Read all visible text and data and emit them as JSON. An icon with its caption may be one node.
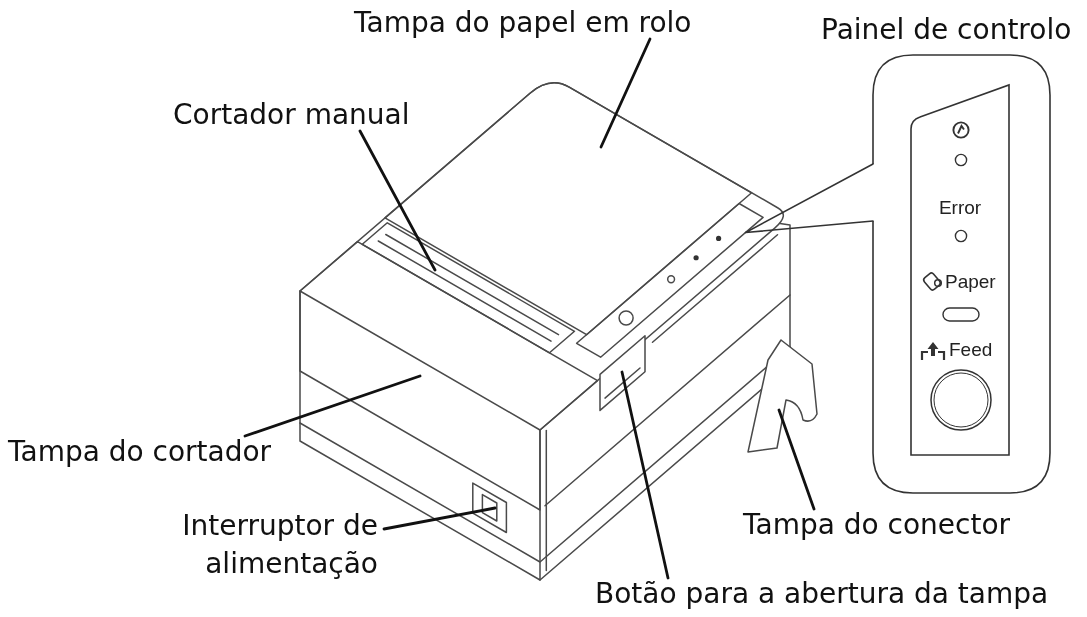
{
  "diagram": {
    "nodes": [
      {
        "text": [
          "Tampa do papel em rolo"
        ]
      },
      {
        "text": [],
        "shape": "box"
      },
      {
        "text": [
          "Error",
          "Paper",
          "Feed"
        ],
        "in": 1
      },
      {
        "text": [
          "Cortador manual"
        ]
      },
      {
        "text": [
          "Tampa do cortador"
        ]
      },
      {
        "text": [
          "Interruptor de alimentação"
        ]
      },
      {
        "text": [
          "Tampa do conector"
        ]
      },
      {
        "text": [
          "Botão para a abertura da tampa"
        ]
      },
      {
        "text": [],
        "shape": "picture"
      },
      {
        "text": [],
        "shape": "picture"
      },
      {
        "text": [],
        "shape": "picture"
      },
      {
        "text": [],
        "shape": "picture"
      },
      {
        "text": [],
        "shape": "picture"
      },
      {
        "text": [],
        "shape": "picture"
      },
      {
        "text": [],
        "shape": "picture"
      }
    ],
    "edges": [
      {
        "from": 0,
        "to": 8,
        "arrow": "none"
      },
      {
        "from": 1,
        "to": 9,
        "arrow": "none"
      },
      {
        "from": 3,
        "to": 10,
        "arrow": "none"
      },
      {
        "from": 4,
        "to": 11,
        "arrow": "none"
      },
      {
        "from": 5,
        "to": 14,
        "arrow": "none"
      },
      {
        "from": 6,
        "to": 13,
        "arrow": "none"
      },
      {
        "from": 7,
        "to": 12,
        "arrow": "none"
      }
    ],
    "labels": [
      "Painel de controlo"
    ]
  }
}
